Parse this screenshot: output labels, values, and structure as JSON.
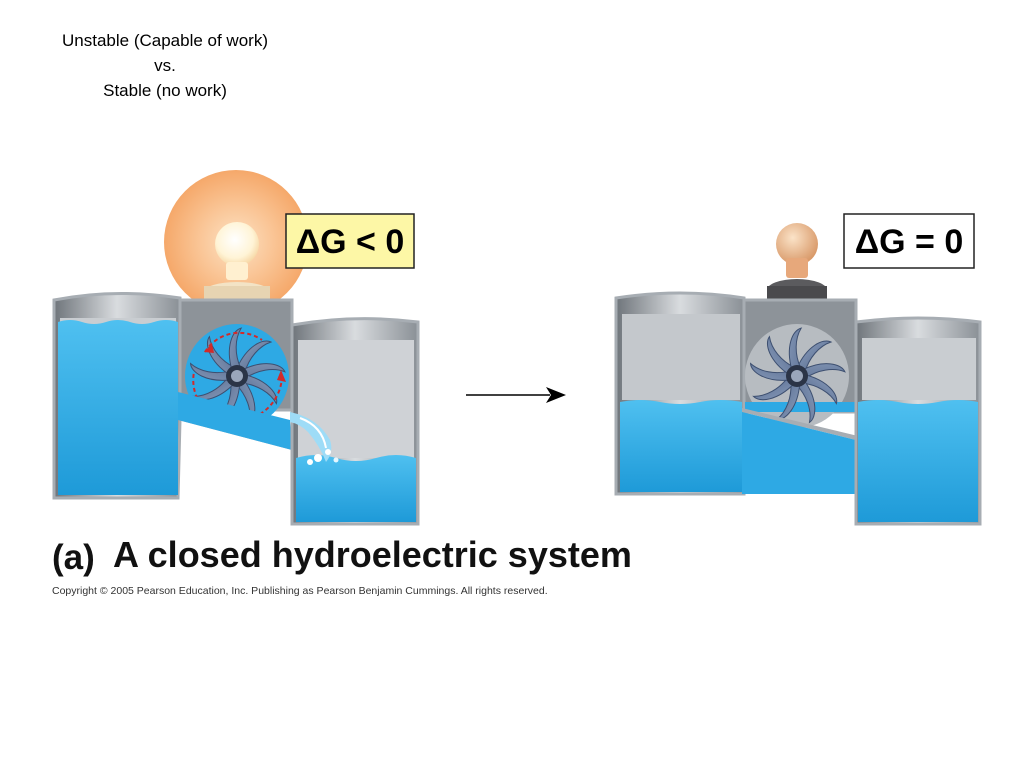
{
  "heading": {
    "line1": "Unstable (Capable of work)",
    "line2": "vs.",
    "line3": "Stable (no work)"
  },
  "left_system": {
    "delta_g_label": "ΔG < 0",
    "label_box_color": "#fdf7a6",
    "state": "unstable - water flowing, bulb lit"
  },
  "right_system": {
    "delta_g_label": "ΔG = 0",
    "label_box_color": "#ffffff",
    "state": "stable - water level equal, bulb off"
  },
  "caption": {
    "part": "(a)",
    "title": "A closed hydroelectric system",
    "copyright": "Copyright © 2005 Pearson Education, Inc. Publishing as Pearson Benjamin Cummings. All rights reserved."
  },
  "colors": {
    "water": "#29a9e6",
    "water_light": "#7fd0f5",
    "tank_gray": "#8f9499",
    "glow": "#f7b27a",
    "arrow": "#000000"
  }
}
